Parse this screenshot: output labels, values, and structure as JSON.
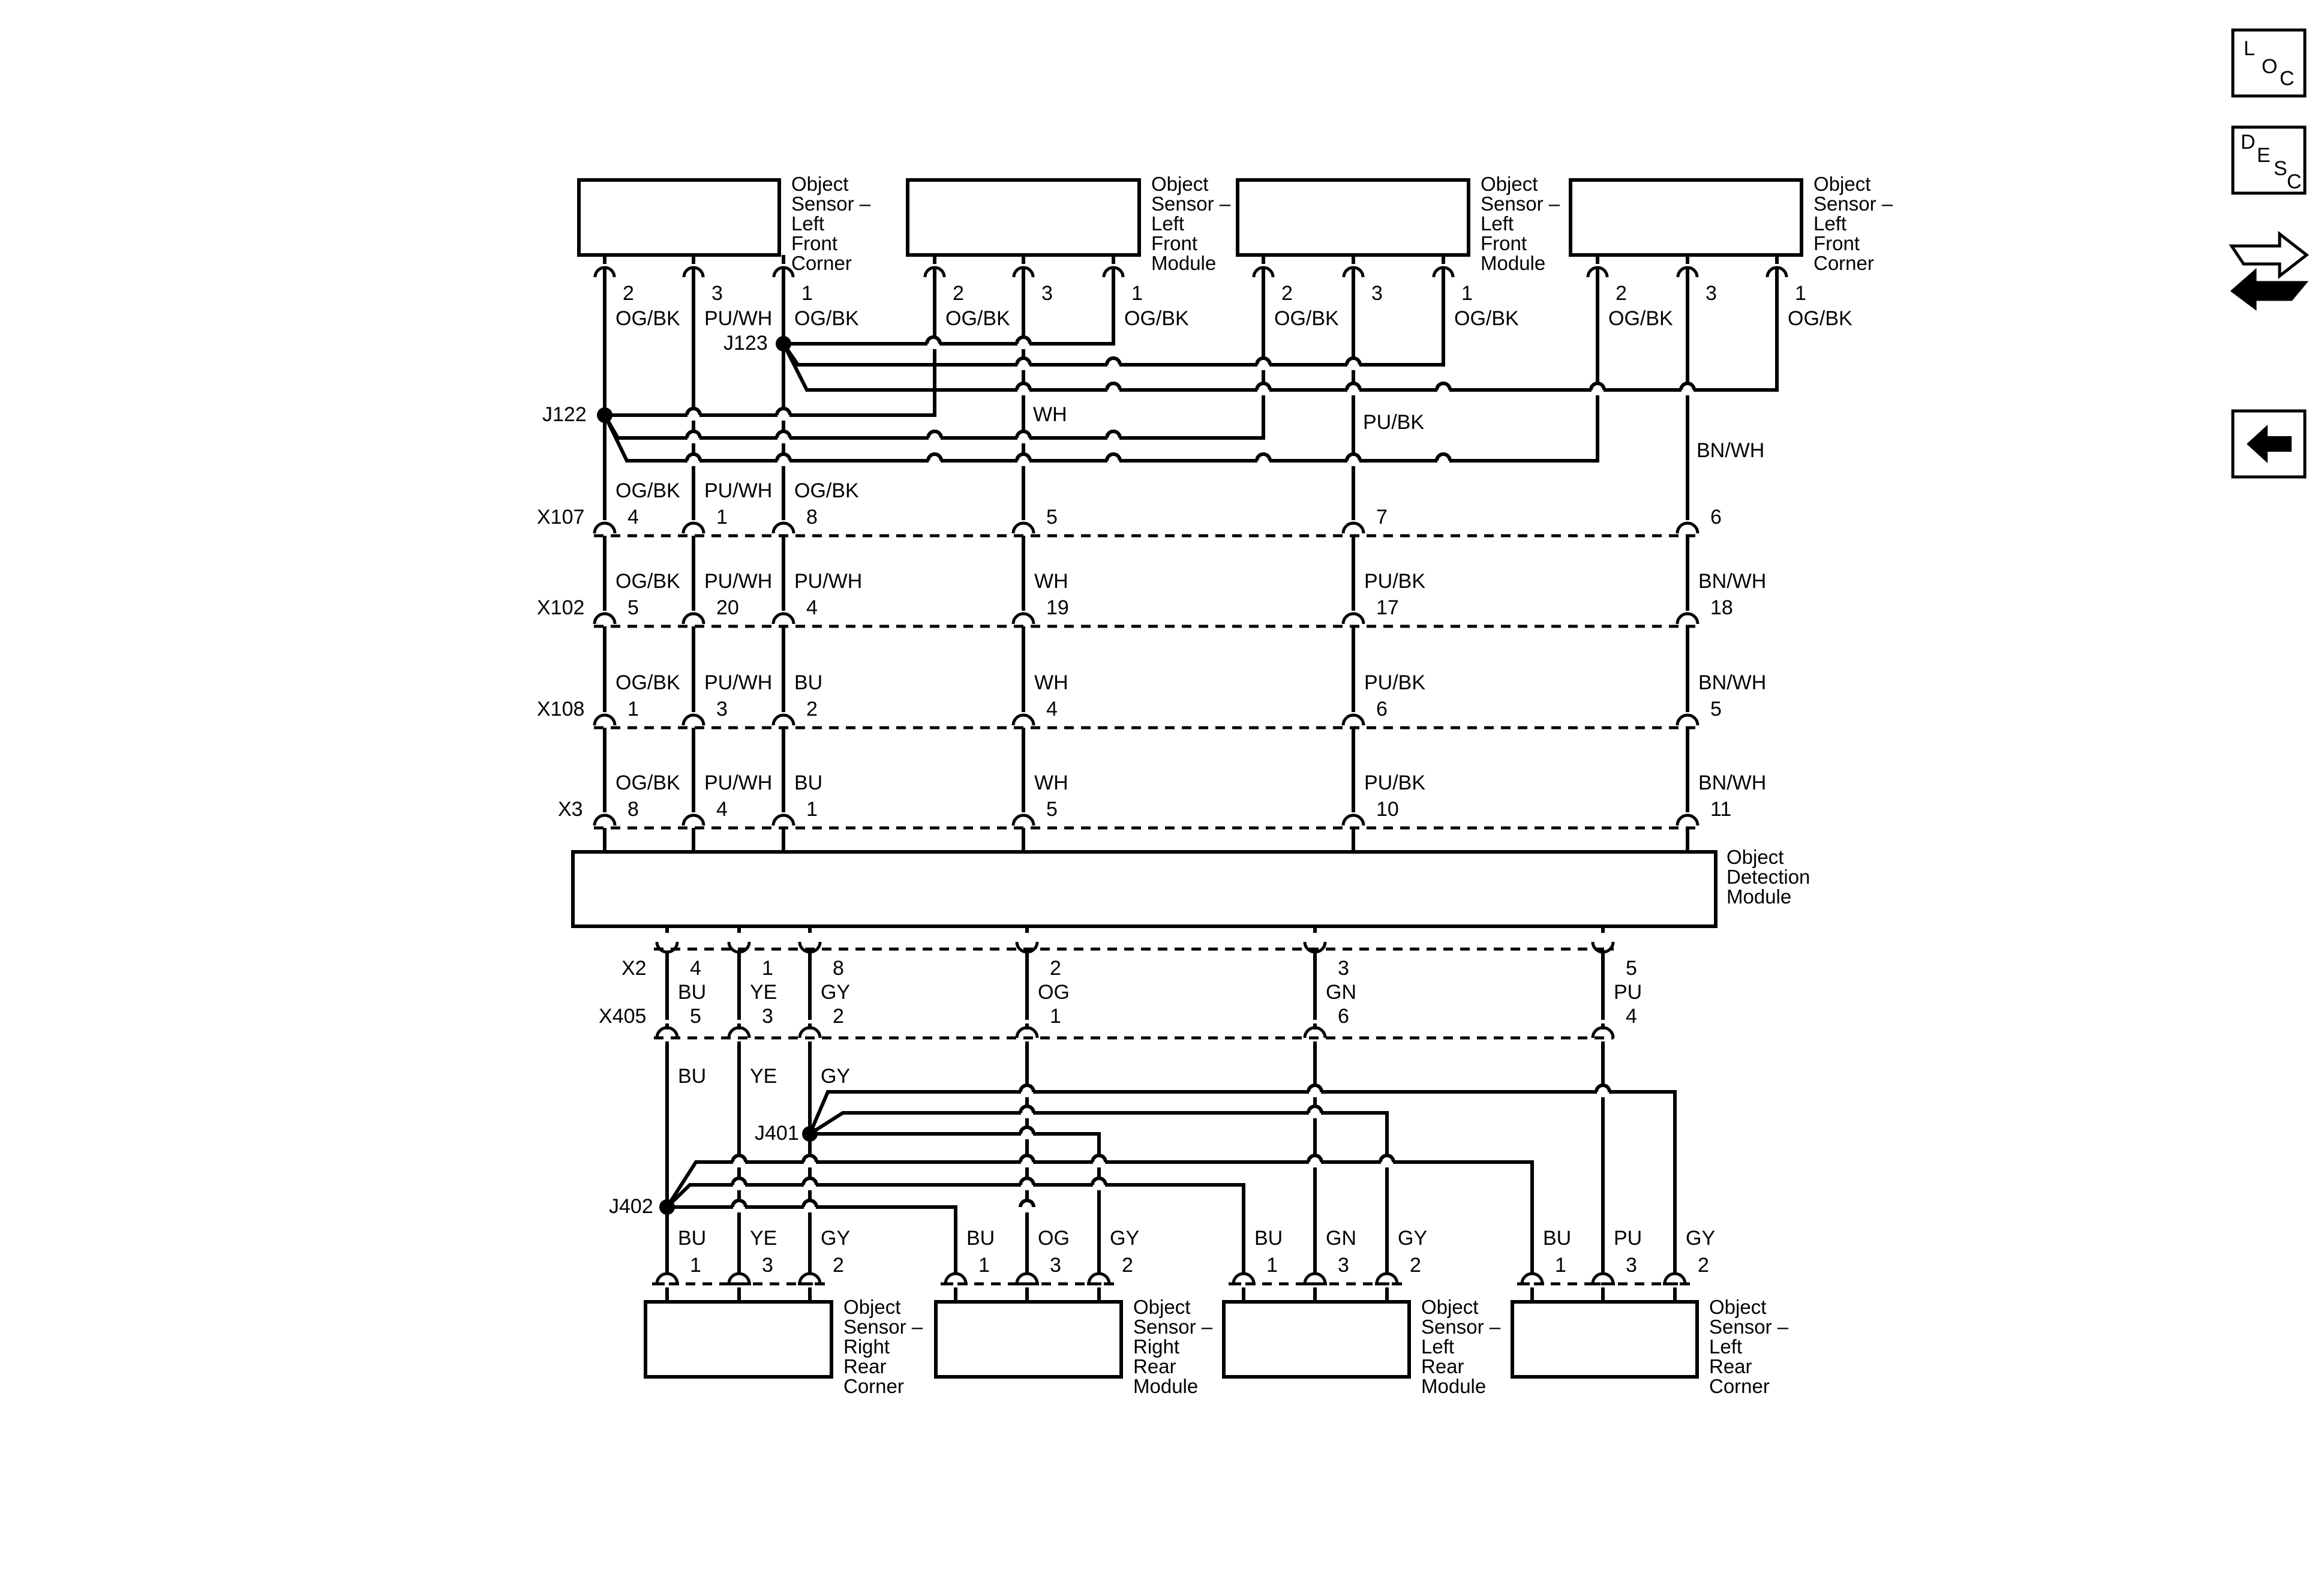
{
  "front_sensors": [
    {
      "label": [
        "Object",
        "Sensor –",
        "Left",
        "Front",
        "Corner"
      ],
      "pins": [
        {
          "num": "2",
          "color": "OG/BK"
        },
        {
          "num": "3",
          "color": "PU/WH"
        },
        {
          "num": "1",
          "color": "OG/BK"
        }
      ]
    },
    {
      "label": [
        "Object",
        "Sensor –",
        "Left",
        "Front",
        "Module"
      ],
      "pins": [
        {
          "num": "2",
          "color": "OG/BK"
        },
        {
          "num": "3",
          "color": ""
        },
        {
          "num": "1",
          "color": "OG/BK"
        }
      ]
    },
    {
      "label": [
        "Object",
        "Sensor –",
        "Left",
        "Front",
        "Module"
      ],
      "pins": [
        {
          "num": "2",
          "color": "OG/BK"
        },
        {
          "num": "3",
          "color": ""
        },
        {
          "num": "1",
          "color": "OG/BK"
        }
      ]
    },
    {
      "label": [
        "Object",
        "Sensor –",
        "Left",
        "Front",
        "Corner"
      ],
      "pins": [
        {
          "num": "2",
          "color": "OG/BK"
        },
        {
          "num": "3",
          "color": ""
        },
        {
          "num": "1",
          "color": "OG/BK"
        }
      ]
    }
  ],
  "splices": {
    "j122": "J122",
    "j123": "J123",
    "j401": "J401",
    "j402": "J402"
  },
  "bus_labels": {
    "wh": "WH",
    "pubk": "PU/BK",
    "bnwh": "BN/WH"
  },
  "connectors": [
    {
      "name": "X107",
      "pins": [
        {
          "color": "OG/BK",
          "num": "4"
        },
        {
          "color": "PU/WH",
          "num": "1"
        },
        {
          "color": "OG/BK",
          "num": "8"
        },
        {
          "color": "",
          "num": "5"
        },
        {
          "color": "",
          "num": "7"
        },
        {
          "color": "",
          "num": "6"
        }
      ]
    },
    {
      "name": "X102",
      "pins": [
        {
          "color": "OG/BK",
          "num": "5"
        },
        {
          "color": "PU/WH",
          "num": "20"
        },
        {
          "color": "PU/WH",
          "num": "4"
        },
        {
          "color": "WH",
          "num": "19"
        },
        {
          "color": "PU/BK",
          "num": "17"
        },
        {
          "color": "BN/WH",
          "num": "18"
        }
      ]
    },
    {
      "name": "X108",
      "pins": [
        {
          "color": "OG/BK",
          "num": "1"
        },
        {
          "color": "PU/WH",
          "num": "3"
        },
        {
          "color": "BU",
          "num": "2"
        },
        {
          "color": "WH",
          "num": "4"
        },
        {
          "color": "PU/BK",
          "num": "6"
        },
        {
          "color": "BN/WH",
          "num": "5"
        }
      ]
    },
    {
      "name": "X3",
      "pins": [
        {
          "color": "OG/BK",
          "num": "8"
        },
        {
          "color": "PU/WH",
          "num": "4"
        },
        {
          "color": "BU",
          "num": "1"
        },
        {
          "color": "WH",
          "num": "5"
        },
        {
          "color": "PU/BK",
          "num": "10"
        },
        {
          "color": "BN/WH",
          "num": "11"
        }
      ]
    }
  ],
  "module": {
    "label": [
      "Object",
      "Detection",
      "Module"
    ]
  },
  "x2": {
    "name": "X2",
    "pins": [
      {
        "num": "4",
        "color": "BU"
      },
      {
        "num": "1",
        "color": "YE"
      },
      {
        "num": "8",
        "color": "GY"
      },
      {
        "num": "2",
        "color": "OG"
      },
      {
        "num": "3",
        "color": "GN"
      },
      {
        "num": "5",
        "color": "PU"
      }
    ]
  },
  "x405": {
    "name": "X405",
    "pins": [
      {
        "num": "5",
        "color": "BU"
      },
      {
        "num": "3",
        "color": "YE"
      },
      {
        "num": "2",
        "color": "GY"
      },
      {
        "num": "1",
        "color": ""
      },
      {
        "num": "6",
        "color": ""
      },
      {
        "num": "4",
        "color": ""
      }
    ]
  },
  "rear_sensors": [
    {
      "label": [
        "Object",
        "Sensor –",
        "Right",
        "Rear",
        "Corner"
      ],
      "pins": [
        {
          "color": "BU",
          "num": "1"
        },
        {
          "color": "YE",
          "num": "3"
        },
        {
          "color": "GY",
          "num": "2"
        }
      ]
    },
    {
      "label": [
        "Object",
        "Sensor –",
        "Right",
        "Rear",
        "Module"
      ],
      "pins": [
        {
          "color": "BU",
          "num": "1"
        },
        {
          "color": "OG",
          "num": "3"
        },
        {
          "color": "GY",
          "num": "2"
        }
      ]
    },
    {
      "label": [
        "Object",
        "Sensor –",
        "Left",
        "Rear",
        "Module"
      ],
      "pins": [
        {
          "color": "BU",
          "num": "1"
        },
        {
          "color": "GN",
          "num": "3"
        },
        {
          "color": "GY",
          "num": "2"
        }
      ]
    },
    {
      "label": [
        "Object",
        "Sensor –",
        "Left",
        "Rear",
        "Corner"
      ],
      "pins": [
        {
          "color": "BU",
          "num": "1"
        },
        {
          "color": "PU",
          "num": "3"
        },
        {
          "color": "GY",
          "num": "2"
        }
      ]
    }
  ],
  "x405_wire_colors": [
    "BU",
    "YE",
    "GY"
  ],
  "icons": {
    "loc": [
      "L",
      "O",
      "C"
    ],
    "desc": [
      "D",
      "E",
      "S",
      "C"
    ]
  }
}
